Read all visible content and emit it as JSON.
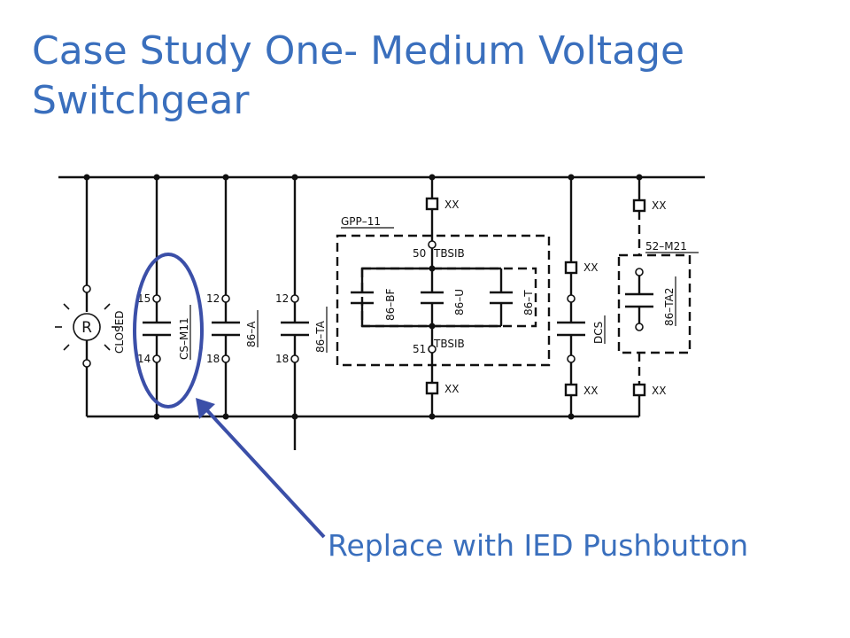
{
  "slide": {
    "title": "Case Study One- Medium Voltage Switchgear",
    "callout": "Replace with IED Pushbutton",
    "accent_color": "#3a6fbd",
    "highlight_color": "#3b4fa8"
  },
  "diagram": {
    "lamp": {
      "symbol": "R",
      "label": "CLOSED"
    },
    "cs_m11": {
      "label": "CS–M11",
      "top_terminal": "15",
      "bottom_terminal": "14"
    },
    "relay_86a": {
      "label": "86–A",
      "top_terminal": "12",
      "bottom_terminal": "18"
    },
    "relay_86ta": {
      "label": "86–TA",
      "top_terminal": "12",
      "bottom_terminal": "18"
    },
    "gpp": {
      "box_label": "GPP–11",
      "top_terminal": "50",
      "top_block": "TBSIB",
      "bottom_terminal": "51",
      "bottom_block": "TBSIB",
      "contacts": [
        "86–BF",
        "86–U",
        "86–T"
      ]
    },
    "dcs": {
      "label": "DCS"
    },
    "breaker": {
      "box_label": "52–M21",
      "contact": "86–TA2"
    },
    "fuse_label": "XX"
  }
}
